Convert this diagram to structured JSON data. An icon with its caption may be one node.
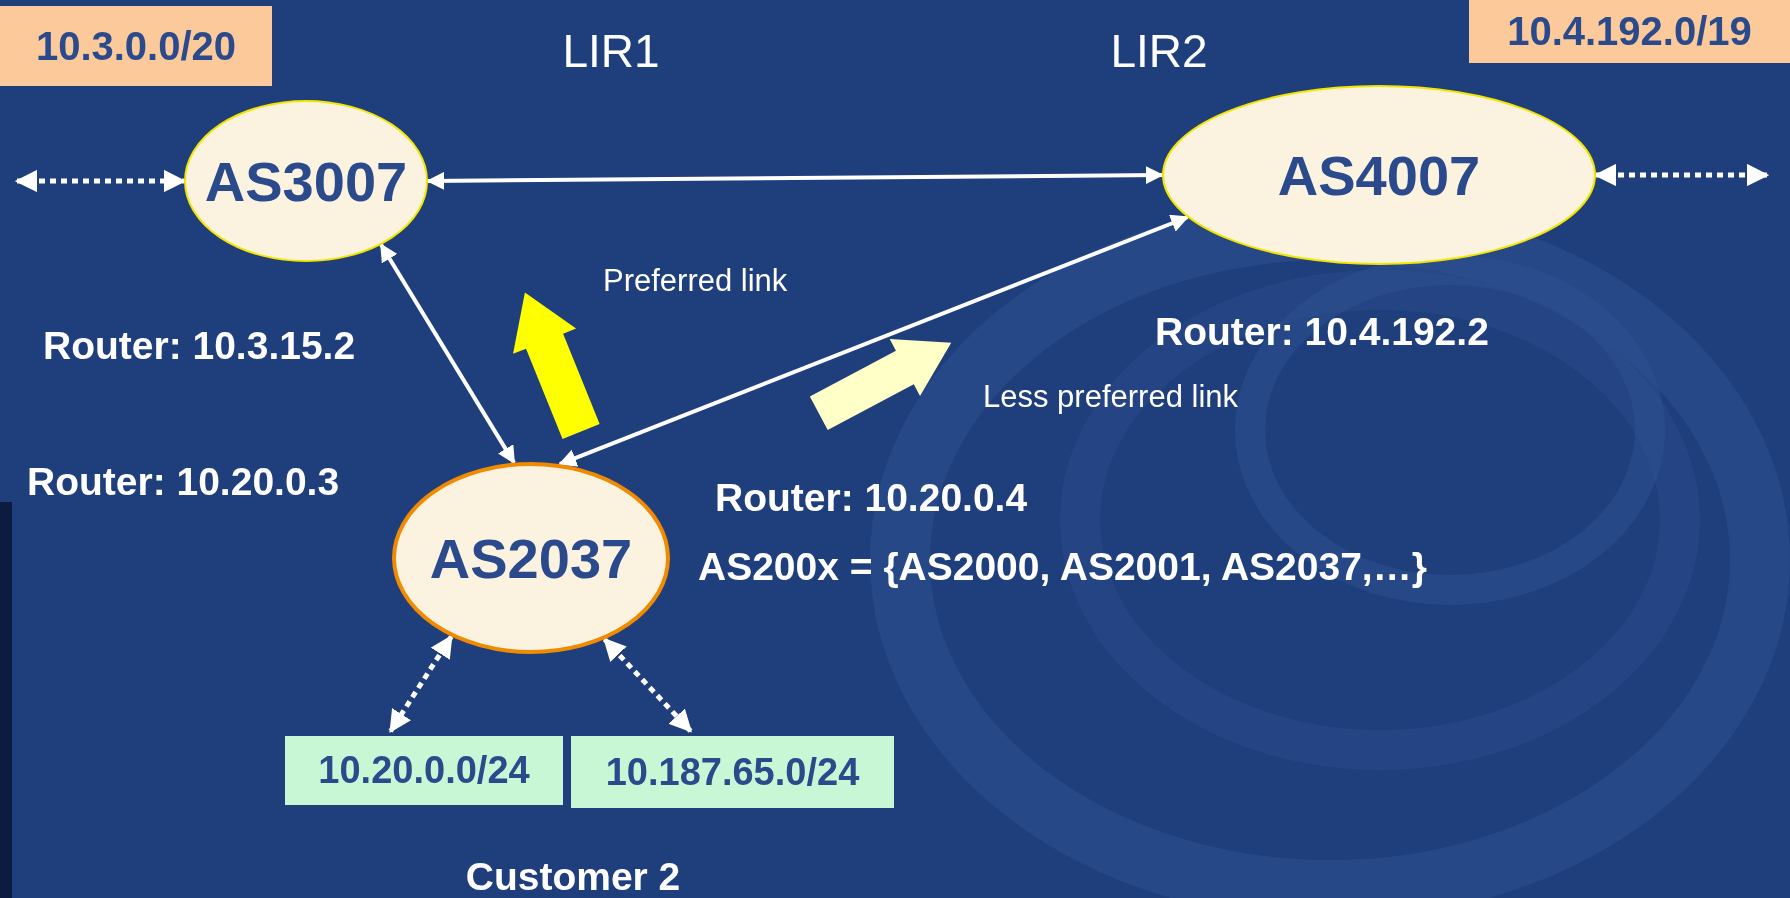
{
  "diagram": {
    "nodes": [
      {
        "text": [
          "10.3.0.0/20"
        ]
      },
      {
        "text": [
          "AS3007"
        ]
      },
      {
        "text": [
          "AS4007"
        ]
      },
      {
        "text": [
          "10.4.192.0/19"
        ]
      },
      {
        "text": [
          "AS2037"
        ]
      },
      {
        "text": [
          "10.20.0.0/24"
        ]
      },
      {
        "text": [
          "10.187.65.0/24"
        ]
      }
    ],
    "edges": [
      {
        "from": null,
        "to": 1,
        "arrow": "both",
        "style": "dashed"
      },
      {
        "from": 1,
        "to": 2,
        "arrow": "both"
      },
      {
        "from": 2,
        "to": null,
        "arrow": "both",
        "style": "dashed"
      },
      {
        "from": 4,
        "to": 1,
        "arrow": "both"
      },
      {
        "from": 4,
        "to": 2,
        "arrow": "both"
      },
      {
        "from": 4,
        "to": 5,
        "arrow": "both",
        "style": "dashed"
      },
      {
        "from": 4,
        "to": 6,
        "arrow": "both",
        "style": "dashed"
      }
    ],
    "labels": [
      "LIR1",
      "LIR2",
      "Preferred link",
      "Router: 10.3.15.2",
      "Router: 10.4.192.2",
      "Less preferred link",
      "Router: 10.20.0.3",
      "Router: 10.20.0.4",
      "AS200x = {AS2000, AS2001, AS2037,…}",
      "Customer 2"
    ]
  }
}
